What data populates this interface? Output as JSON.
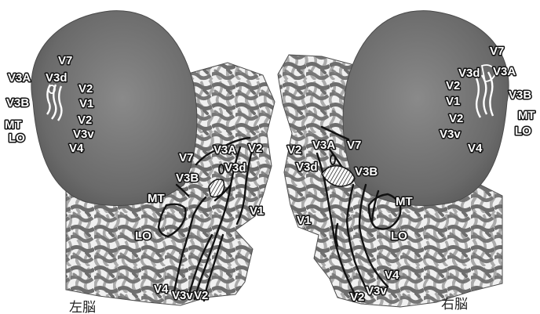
{
  "colors": {
    "background": "#ffffff",
    "cortex_gray": "#7a7a7a",
    "sulcus_dark": "#6e6e6e",
    "gyrus_light": "#f2f2f2",
    "boundary_line": "#111111"
  },
  "captions": {
    "left_hemisphere": "左脳",
    "right_hemisphere": "右脳"
  },
  "left_hemisphere": {
    "inflated_labels": [
      "V7",
      "V3A",
      "V3d",
      "V2",
      "V3B",
      "V1",
      "MT",
      "V2",
      "LO",
      "V3v",
      "V4"
    ],
    "flat_labels": [
      "V3A",
      "V2",
      "V7",
      "V3d",
      "V3B",
      "MT",
      "V1",
      "LO",
      "V4",
      "V3v",
      "V2"
    ]
  },
  "right_hemisphere": {
    "inflated_labels": [
      "V7",
      "V3d",
      "V3A",
      "V2",
      "V3B",
      "V1",
      "MT",
      "V2",
      "LO",
      "V3v",
      "V4"
    ],
    "flat_labels": [
      "V2",
      "V3A",
      "V7",
      "V3d",
      "V3B",
      "V1",
      "MT",
      "LO",
      "V4",
      "V2",
      "V3v"
    ]
  }
}
